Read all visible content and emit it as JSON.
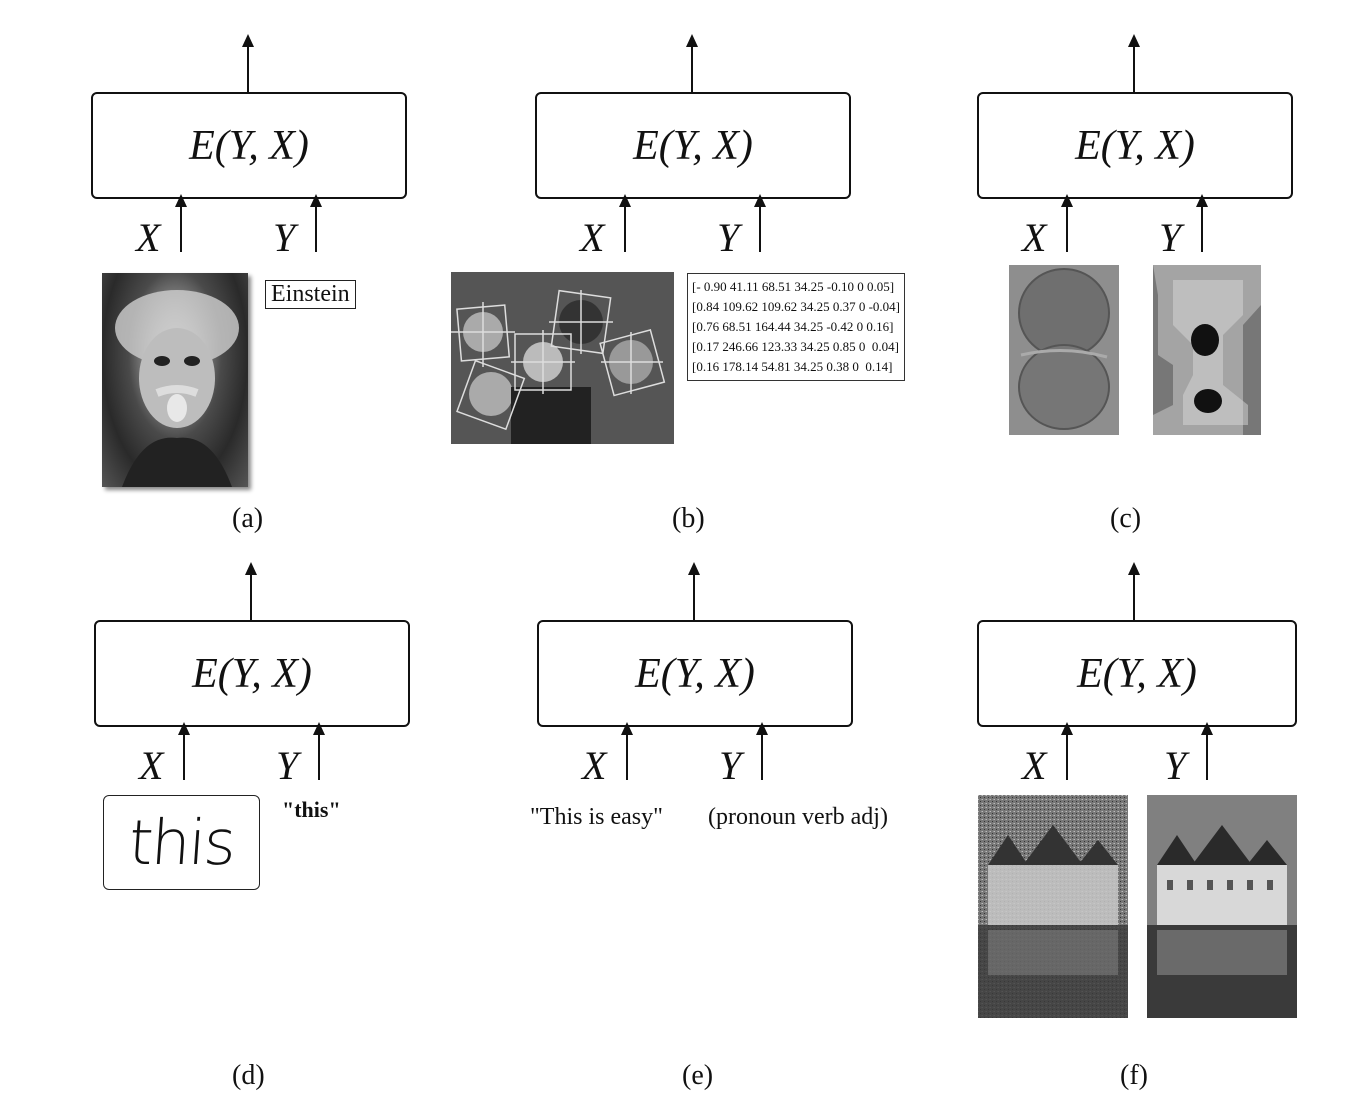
{
  "energy_label": "E(Y, X)",
  "x_var": "X",
  "y_var": "Y",
  "panels": {
    "a": {
      "caption": "(a)",
      "y_value": "Einstein"
    },
    "b": {
      "caption": "(b)",
      "y_vectors": [
        "[- 0.90 41.11 68.51 34.25 -0.10 0 0.05]",
        "[0.84 109.62 109.62 34.25 0.37 0 -0.04]",
        "[0.76 68.51 164.44 34.25 -0.42 0 0.16]",
        "[0.17 246.66 123.33 34.25 0.85 0  0.04]",
        "[0.16 178.14 54.81 34.25 0.38 0  0.14]"
      ]
    },
    "c": {
      "caption": "(c)"
    },
    "d": {
      "caption": "(d)",
      "handwriting": "this",
      "y_value": "\"this\""
    },
    "e": {
      "caption": "(e)",
      "x_value": "\"This is easy\"",
      "y_value": "(pronoun verb adj)"
    },
    "f": {
      "caption": "(f)"
    }
  }
}
